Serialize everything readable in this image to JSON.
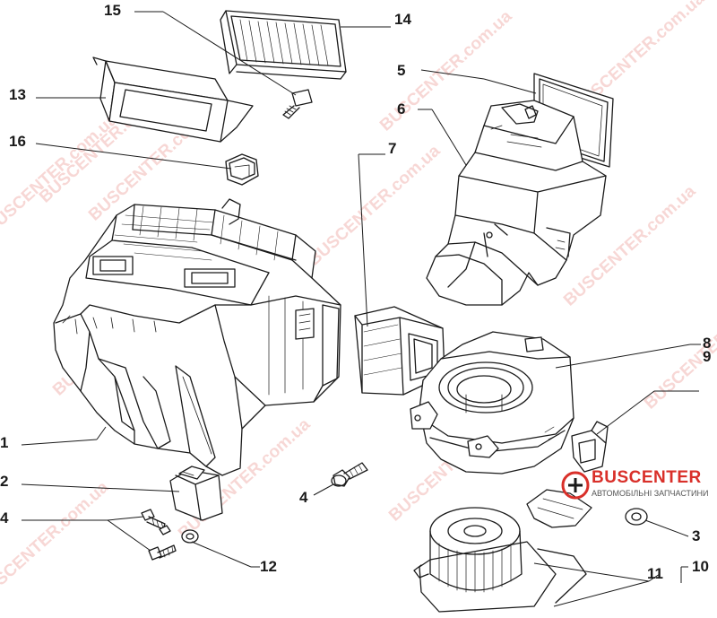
{
  "watermark": {
    "text": "BUSCENTER.com.ua",
    "color": "#f2b8b4"
  },
  "logo": {
    "name": "BUSCENTER",
    "tagline": "АВТОМОБІЛЬНІ ЗАПЧАСТИНИ",
    "color": "#d9302a"
  },
  "callouts": {
    "c1": "1",
    "c2": "2",
    "c3": "3",
    "c4a": "4",
    "c4b": "4",
    "c5": "5",
    "c6": "6",
    "c7": "7",
    "c8": "8",
    "c9": "9",
    "c10": "10",
    "c11": "11",
    "c12": "12",
    "c13": "13",
    "c14": "14",
    "c15": "15",
    "c16": "16"
  },
  "parts": [
    "heater-housing",
    "mounting-bracket",
    "resistor-nut",
    "screw",
    "pollen-filter",
    "filter-housing",
    "air-duct",
    "blower-housing",
    "clip",
    "blower-motor-set",
    "blower-motor",
    "washer",
    "filter-frame",
    "filter-element",
    "bolt",
    "retainer"
  ]
}
